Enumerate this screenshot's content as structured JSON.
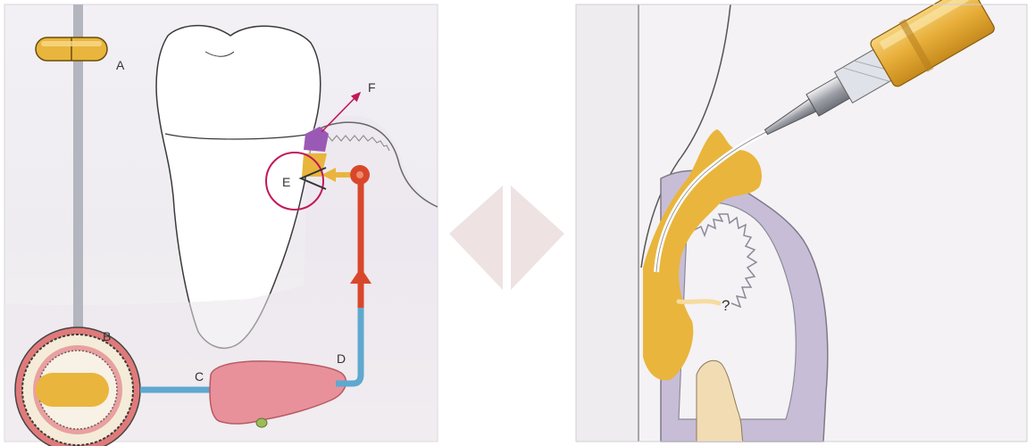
{
  "labels": {
    "a": "A",
    "b": "B",
    "c": "C",
    "d": "D",
    "e": "E",
    "f": "F",
    "question": "?"
  },
  "colors": {
    "panel_bg": "#f4f2f4",
    "drug_yellow": "#e9b53c",
    "vessel_blue": "#5fa8cf",
    "vessel_red": "#d9472b",
    "liver_pink": "#e8919a",
    "gingiva_lilac": "#c8bdd6",
    "pocket_purple": "#9b59b6",
    "circle_magenta": "#c2185b",
    "arrow_gray": "#b3b6bf"
  }
}
